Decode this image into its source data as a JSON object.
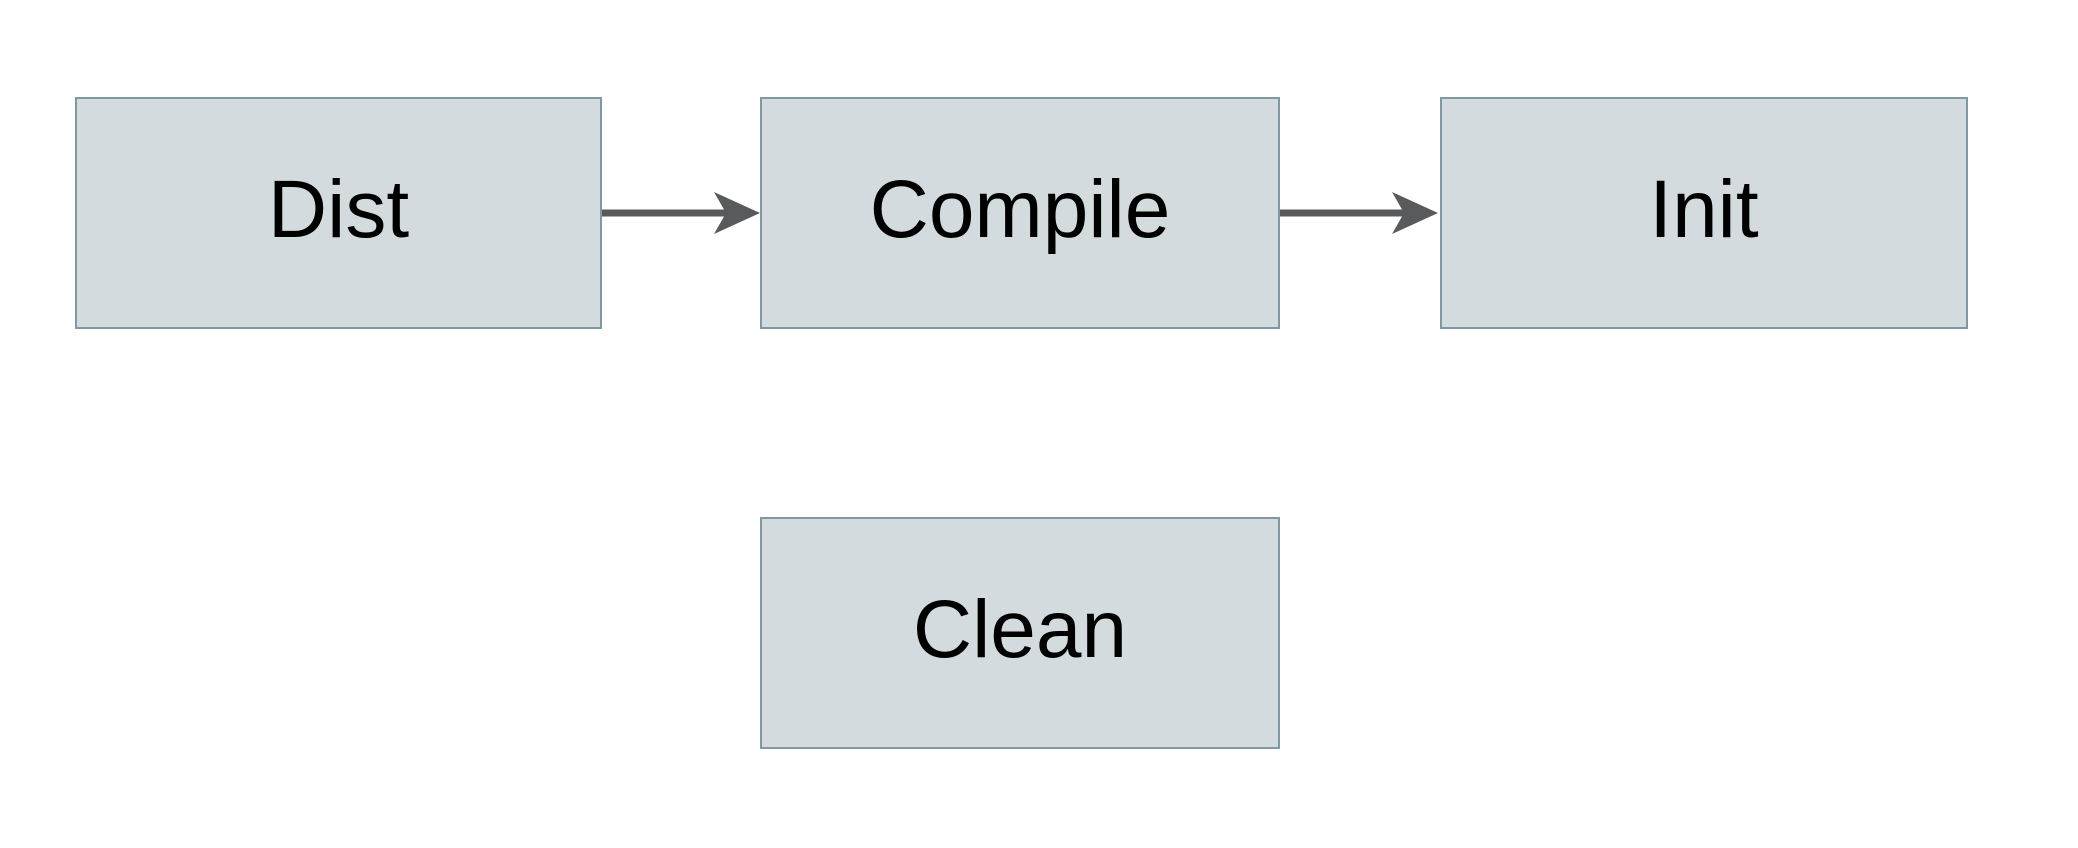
{
  "diagram": {
    "title": "build-targets-flow",
    "colors": {
      "page_bg": "#ffffff",
      "box_fill": "#d3dbde",
      "box_border": "#7f98a4",
      "arrow_color": "#595a5c",
      "text_color": "#000000"
    },
    "nodes": [
      {
        "id": "dist",
        "label": "Dist"
      },
      {
        "id": "compile",
        "label": "Compile"
      },
      {
        "id": "init",
        "label": "Init"
      },
      {
        "id": "clean",
        "label": "Clean"
      }
    ],
    "edges": [
      {
        "from": "dist",
        "to": "compile",
        "direction": "right"
      },
      {
        "from": "compile",
        "to": "init",
        "direction": "right"
      }
    ]
  }
}
